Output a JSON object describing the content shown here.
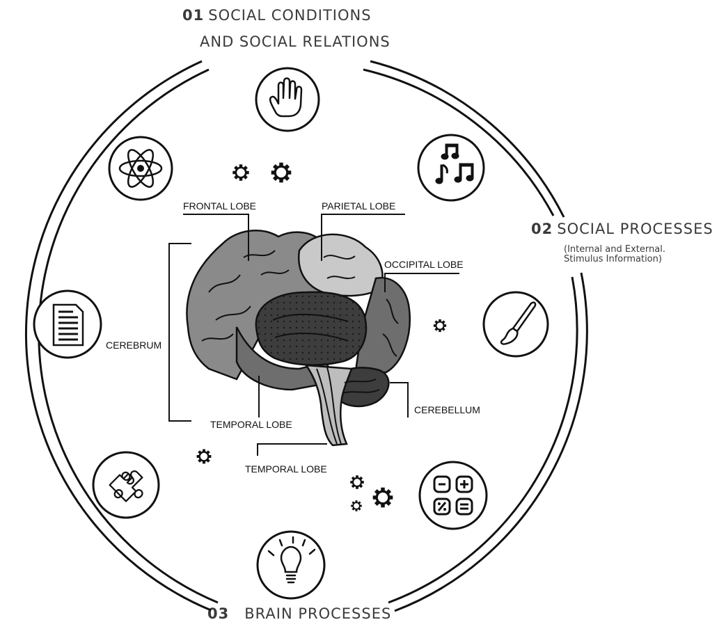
{
  "sections": {
    "s01": {
      "number": "01",
      "line1": "SOCIAL CONDITIONS",
      "line2": "AND SOCIAL RELATIONS"
    },
    "s02": {
      "number": "02",
      "title": "SOCIAL PROCESSES",
      "sub1": "(Internal and External.",
      "sub2": "Stimulus Information)"
    },
    "s03": {
      "number": "03",
      "title": "BRAIN PROCESSES"
    }
  },
  "brain_labels": {
    "frontal": "FRONTAL LOBE",
    "parietal": "PARIETAL LOBE",
    "occipital": "OCCIPITAL LOBE",
    "cerebrum": "CEREBRUM",
    "cerebellum": "CEREBELLUM",
    "temporal_1": "TEMPORAL LOBE",
    "temporal_2": "TEMPORAL LOBE"
  },
  "icons": [
    "hand-icon",
    "music-notes-icon",
    "paintbrush-icon",
    "calculator-icon",
    "lightbulb-icon",
    "puzzle-icon",
    "document-icon",
    "atom-icon"
  ],
  "colors": {
    "ink": "#111111",
    "frontal": "#8a8a8a",
    "parietal": "#c9c9c9",
    "occipital": "#6e6e6e",
    "limbic": "#3d3d3d",
    "stem": "#bdbdbd"
  }
}
